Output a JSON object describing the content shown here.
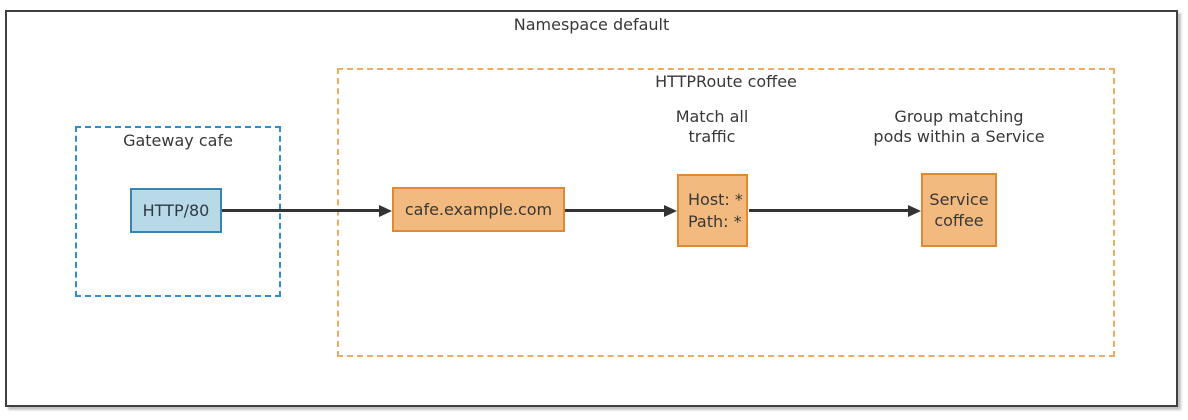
{
  "diagram": {
    "namespace_label": "Namespace default",
    "httproute_label": "HTTPRoute coffee",
    "gateway_label": "Gateway cafe",
    "listener_label": "HTTP/80",
    "hostname_label": "cafe.example.com",
    "match_rule": {
      "host": "Host: *",
      "path": "Path: *"
    },
    "service": {
      "line1": "Service",
      "line2": "coffee"
    },
    "annotations": {
      "match_all": {
        "line1": "Match all",
        "line2": "traffic"
      },
      "group_matching": {
        "line1": "Group matching",
        "line2": "pods within a Service"
      }
    },
    "colors": {
      "gateway_box_fill": "#b8d9e8",
      "gateway_box_border": "#3a85ad",
      "gateway_frame_dash": "#2f8fce",
      "route_box_fill": "#f2ba7e",
      "route_box_border": "#dd8a33",
      "route_frame_dash": "#eeab62",
      "namespace_frame": "#3f3f3f",
      "arrow": "#333333",
      "text": "#383838"
    }
  }
}
